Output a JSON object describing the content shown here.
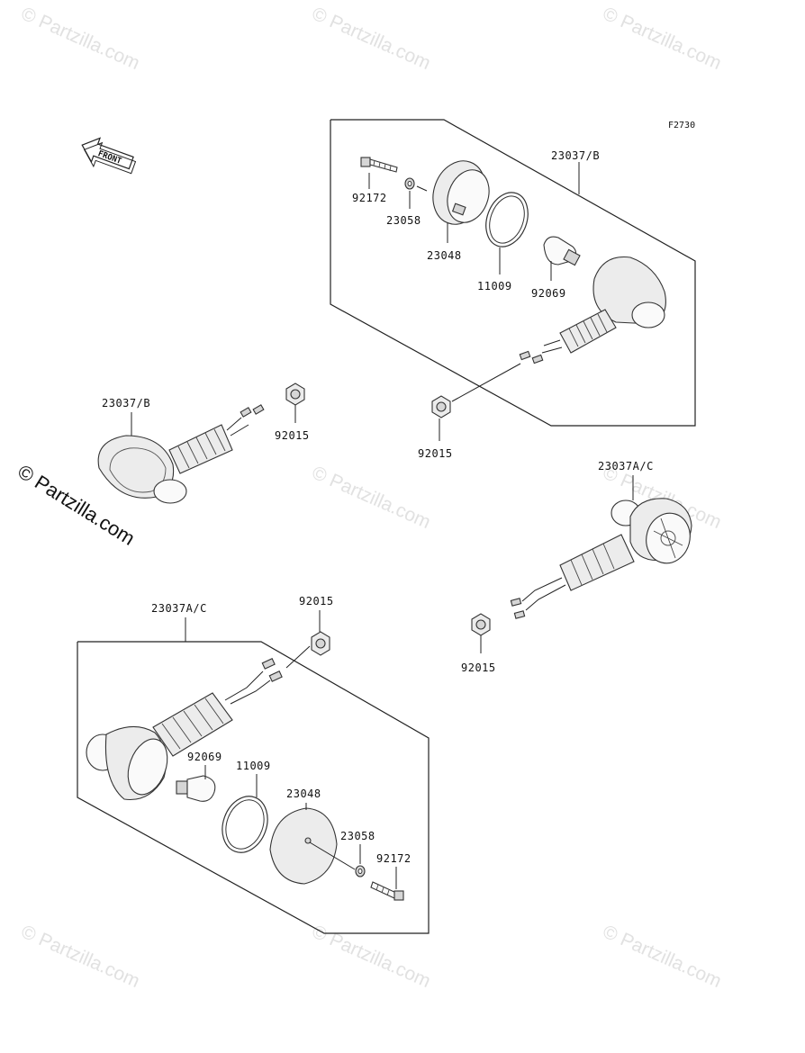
{
  "figure_code": "F2730",
  "front_arrow_label": "FRONT",
  "watermark": "© Partzilla.com",
  "callouts": {
    "top_assembly": "23037/B",
    "top_bolt": "92172",
    "top_washer": "23058",
    "top_lens": "23048",
    "top_gasket": "11009",
    "top_bulb": "92069",
    "top_nut": "92015",
    "left_assembly": "23037/B",
    "left_nut": "92015",
    "right_assembly": "23037A/C",
    "right_nut": "92015",
    "bottom_assembly": "23037A/C",
    "bottom_nut": "92015",
    "bottom_bulb": "92069",
    "bottom_gasket": "11009",
    "bottom_lens": "23048",
    "bottom_washer": "23058",
    "bottom_bolt": "92172"
  },
  "icons": {
    "front": "front-arrow-icon",
    "bolt": "bolt-icon",
    "washer": "washer-icon",
    "lens": "lens-icon",
    "gasket": "gasket-icon",
    "bulb": "bulb-icon",
    "nut": "nut-icon",
    "signal": "turn-signal-icon"
  }
}
